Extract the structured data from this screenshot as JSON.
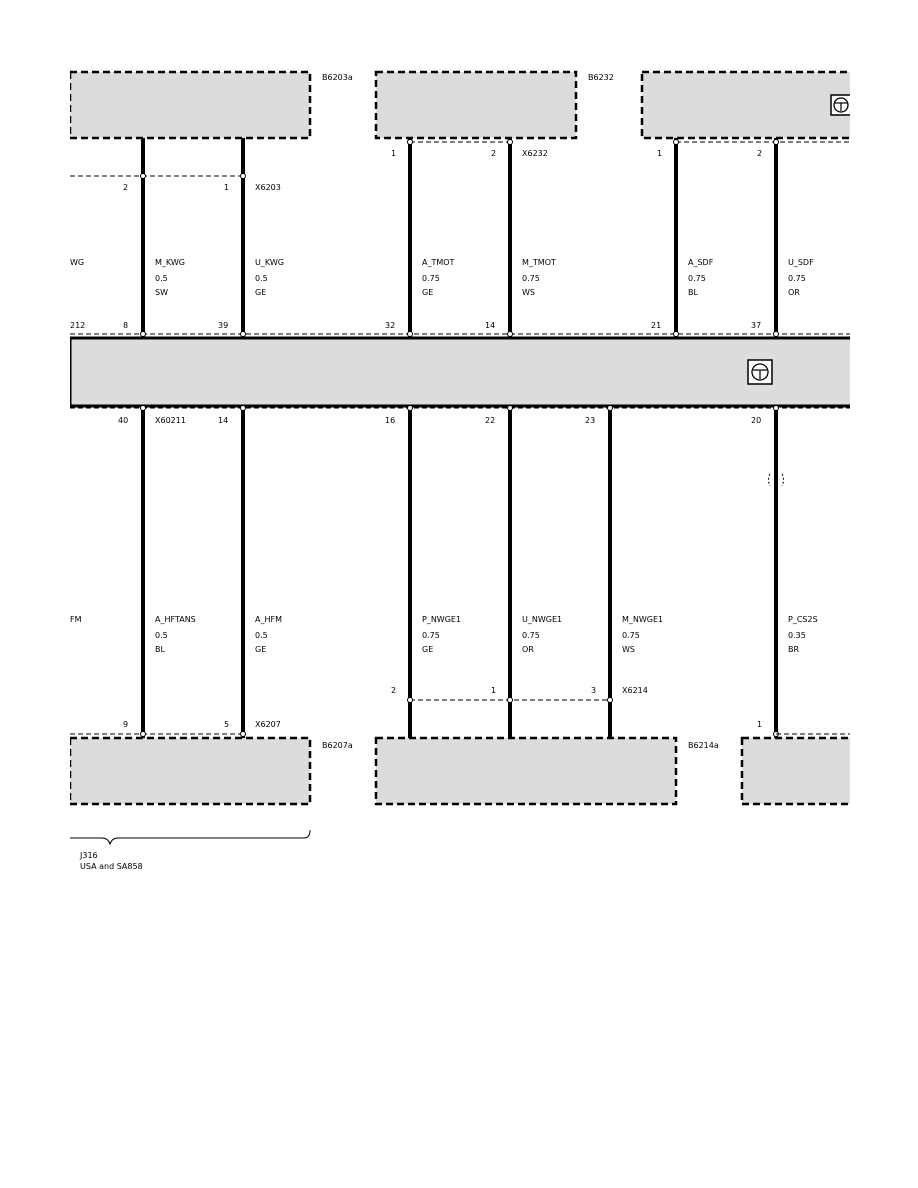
{
  "components": {
    "b6203a": "B6203a",
    "b6232": "B6232",
    "b6207a": "B6207a",
    "b6214a": "B6214a"
  },
  "connectors": {
    "x6203": "X6203",
    "x6232": "X6232",
    "x60211": "X60211",
    "x6214": "X6214",
    "x6207": "X6207"
  },
  "pins": {
    "x6203_2": "2",
    "x6203_1": "1",
    "x6232_1": "1",
    "x6232_2": "2",
    "b6232r_1": "1",
    "b6232r_2": "2",
    "dme_212": "212",
    "dme_8": "8",
    "dme_39": "39",
    "dme_32": "32",
    "dme_14": "14",
    "dme_21": "21",
    "dme_37": "37",
    "dme_40": "40",
    "dme_14b": "14",
    "dme_16": "16",
    "dme_22": "22",
    "dme_23": "23",
    "dme_20": "20",
    "x6214_2": "2",
    "x6214_1": "1",
    "x6214_3": "3",
    "x6207_9": "9",
    "x6207_5": "5",
    "right_1": "1"
  },
  "wires_top": [
    {
      "signal": "WG",
      "size": "",
      "color": ""
    },
    {
      "signal": "M_KWG",
      "size": "0.5",
      "color": "SW"
    },
    {
      "signal": "U_KWG",
      "size": "0.5",
      "color": "GE"
    },
    {
      "signal": "A_TMOT",
      "size": "0.75",
      "color": "GE"
    },
    {
      "signal": "M_TMOT",
      "size": "0.75",
      "color": "WS"
    },
    {
      "signal": "A_SDF",
      "size": "0.75",
      "color": "BL"
    },
    {
      "signal": "U_SDF",
      "size": "0.75",
      "color": "OR"
    }
  ],
  "wires_bottom": [
    {
      "signal": "FM",
      "size": "",
      "color": ""
    },
    {
      "signal": "A_HFTANS",
      "size": "0.5",
      "color": "BL"
    },
    {
      "signal": "A_HFM",
      "size": "0.5",
      "color": "GE"
    },
    {
      "signal": "P_NWGE1",
      "size": "0.75",
      "color": "GE"
    },
    {
      "signal": "U_NWGE1",
      "size": "0.75",
      "color": "OR"
    },
    {
      "signal": "M_NWGE1",
      "size": "0.75",
      "color": "WS"
    },
    {
      "signal": "P_CS2S",
      "size": "0.35",
      "color": "BR"
    }
  ],
  "note": {
    "code": "J316",
    "text": "USA and SA858"
  },
  "icons": [
    "sensor-symbol-icon",
    "ground-connector-icon"
  ]
}
